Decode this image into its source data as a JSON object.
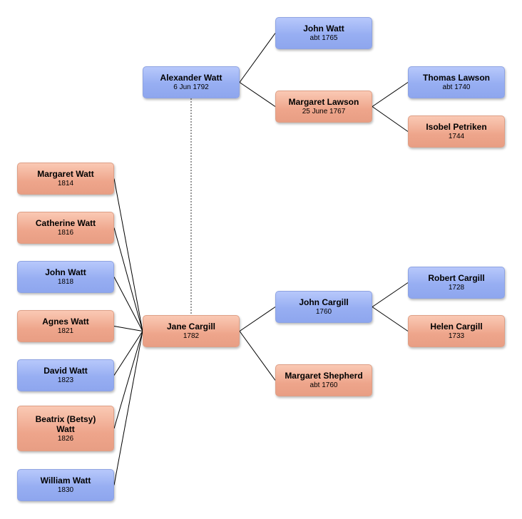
{
  "people": {
    "alexander": {
      "name": "Alexander Watt",
      "date": "6 Jun 1792",
      "sex": "m"
    },
    "john_watt_1765": {
      "name": "John Watt",
      "date": "abt 1765",
      "sex": "m"
    },
    "margaret_lawson": {
      "name": "Margaret Lawson",
      "date": "25 June 1767",
      "sex": "f"
    },
    "thomas_lawson": {
      "name": "Thomas Lawson",
      "date": "abt 1740",
      "sex": "m"
    },
    "isobel_petriken": {
      "name": "Isobel Petriken",
      "date": "1744",
      "sex": "f"
    },
    "jane_cargill": {
      "name": "Jane Cargill",
      "date": "1782",
      "sex": "f"
    },
    "john_cargill": {
      "name": "John Cargill",
      "date": "1760",
      "sex": "m"
    },
    "margaret_shepherd": {
      "name": "Margaret Shepherd",
      "date": "abt 1760",
      "sex": "f"
    },
    "robert_cargill": {
      "name": "Robert Cargill",
      "date": "1728",
      "sex": "m"
    },
    "helen_cargill": {
      "name": "Helen Cargill",
      "date": "1733",
      "sex": "f"
    },
    "margaret_watt": {
      "name": "Margaret Watt",
      "date": "1814",
      "sex": "f"
    },
    "catherine_watt": {
      "name": "Catherine Watt",
      "date": "1816",
      "sex": "f"
    },
    "john_watt_1818": {
      "name": "John Watt",
      "date": "1818",
      "sex": "m"
    },
    "agnes_watt": {
      "name": "Agnes Watt",
      "date": "1821",
      "sex": "f"
    },
    "david_watt": {
      "name": "David Watt",
      "date": "1823",
      "sex": "m"
    },
    "beatrix_watt": {
      "name": "Beatrix (Betsy) Watt",
      "date": "1826",
      "sex": "f"
    },
    "william_watt": {
      "name": "William Watt",
      "date": "1830",
      "sex": "m"
    }
  },
  "colors": {
    "male": "#97aef2",
    "female": "#eea58b",
    "line": "#000000",
    "spouse_line": "#777777"
  }
}
